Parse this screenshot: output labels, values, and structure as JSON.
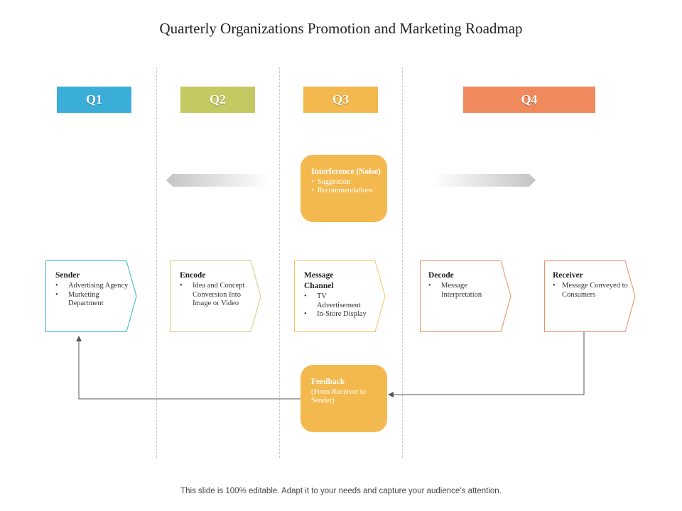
{
  "title": "Quarterly Organizations Promotion and Marketing Roadmap",
  "quarters": [
    {
      "label": "Q1",
      "color": "#3aaed8"
    },
    {
      "label": "Q2",
      "color": "#c5c962"
    },
    {
      "label": "Q3",
      "color": "#f3b94e"
    },
    {
      "label": "Q4",
      "color": "#f08a5d"
    }
  ],
  "interference": {
    "heading": "Interference (Noise)",
    "items": [
      "Suggestion",
      "Recommendations"
    ]
  },
  "steps": [
    {
      "heading": "Sender",
      "items": [
        "Advertising Agency",
        "Marketing Department"
      ],
      "color": "#3aaed8"
    },
    {
      "heading": "Encode",
      "items": [
        "Idea and Concept Conversion Into Image or Video"
      ],
      "color": "#d8c878"
    },
    {
      "heading": "Message Channel",
      "items": [
        "TV Advertisement",
        "In-Store Display"
      ],
      "color": "#f3c261"
    },
    {
      "heading": "Decode",
      "items": [
        "Message Interpretation"
      ],
      "color": "#ef8c5e"
    },
    {
      "heading": "Receiver",
      "items": [
        "Message Conveyed to Consumers"
      ],
      "color": "#ef8c5e"
    }
  ],
  "feedback": {
    "heading": "Feedback",
    "subtext": "(From Receiver to Sender)"
  },
  "footer": "This slide is 100% editable. Adapt it to your needs and capture your audience’s attention."
}
